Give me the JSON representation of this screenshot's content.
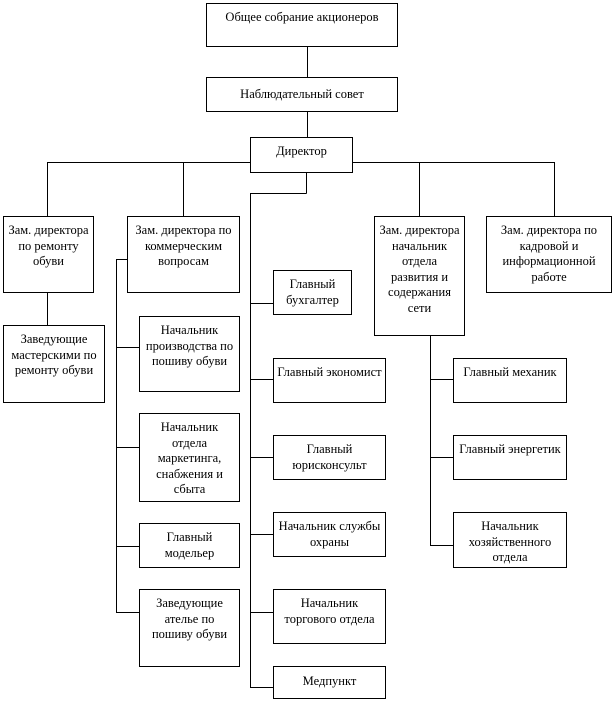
{
  "diagram": {
    "nodes": {
      "shareholders": "Общее собрание акционеров",
      "board": "Наблюдательный совет",
      "director": "Директор",
      "deputy_repair": "Зам. директора по ремонту обуви",
      "repair_workshops": "Заведующие мастерскими по ремонту обуви",
      "deputy_commercial": "Зам. директора по коммерческим вопросам",
      "production_head": "Начальник производства по пошиву обуви",
      "marketing_head": "Начальник отдела маркетинга, снабжения и сбыта",
      "chief_modeler": "Главный модельер",
      "atelier_heads": "Заведующие ателье по пошиву обуви",
      "chief_accountant": "Главный бухгалтер",
      "chief_economist": "Главный экономист",
      "chief_legal": "Главный юрисконсульт",
      "security_head": "Начальник службы охраны",
      "trade_head": "Начальник торгового отдела",
      "medical": "Медпункт",
      "deputy_development": "Зам. директора начальник отдела развития и содержания сети",
      "chief_mechanic": "Главный механик",
      "chief_power": "Главный энергетик",
      "household_head": "Начальник хозяйственного отдела",
      "deputy_hr": "Зам. директора по кадровой и информационной работе"
    },
    "colors": {
      "line": "#000000",
      "box_border": "#000000",
      "background": "#ffffff"
    }
  }
}
